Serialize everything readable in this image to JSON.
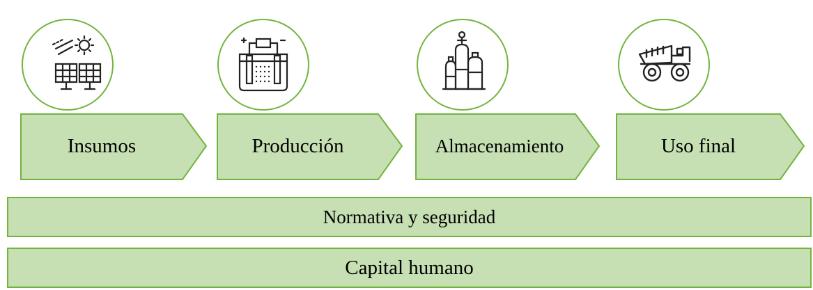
{
  "stages": [
    {
      "label": "Insumos",
      "icon": "solar-panel-sun-icon"
    },
    {
      "label": "Producción",
      "icon": "electrolyzer-icon"
    },
    {
      "label": "Almacenamiento",
      "icon": "gas-cylinders-icon"
    },
    {
      "label": "Uso final",
      "icon": "mining-truck-icon"
    }
  ],
  "bars": {
    "regulation": "Normativa y seguridad",
    "human_capital": "Capital humano"
  },
  "colors": {
    "fill": "#c6dfb3",
    "stroke": "#73b43f",
    "icon": "#222222"
  }
}
